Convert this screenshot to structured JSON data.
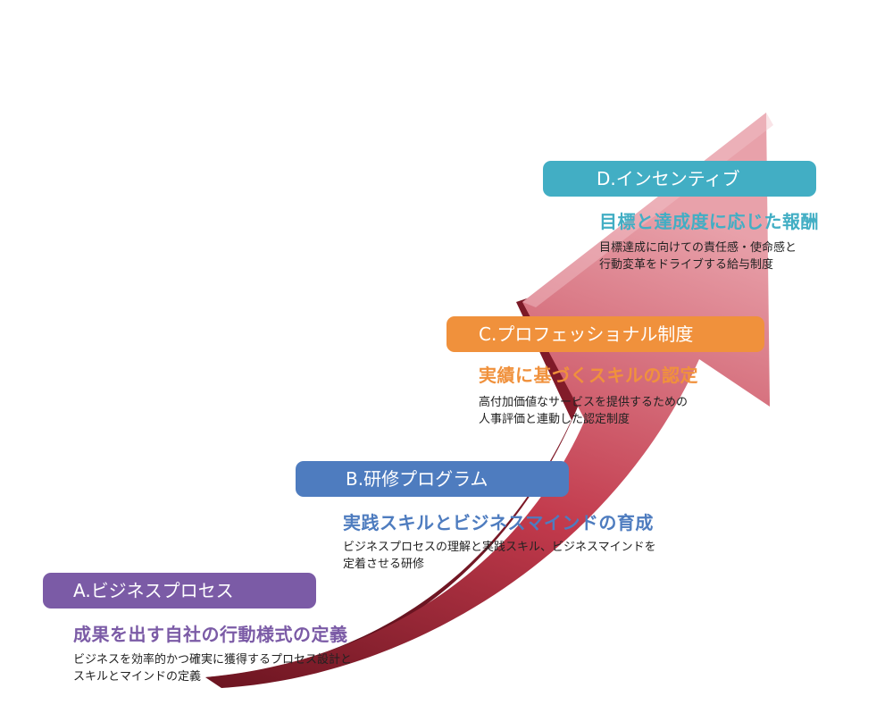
{
  "colors": {
    "arrow_main": "#c23a4c",
    "arrow_dark": "#6b1420",
    "arrow_light": "#e8a1aa",
    "step_a": "#7b5ba6",
    "step_b": "#4e7cbf",
    "step_c": "#f0913c",
    "step_d": "#42aec4"
  },
  "steps": [
    {
      "label": "A.ビジネスプロセス",
      "headline": "成果を出す自社の行動様式の定義",
      "desc_line1": "ビジネスを効率的かつ確実に獲得するプロセス設計と",
      "desc_line2": "スキルとマインドの定義"
    },
    {
      "label": "B.研修プログラム",
      "headline": "実践スキルとビジネスマインドの育成",
      "desc_line1": "ビジネスプロセスの理解と実践スキル、ビジネスマインドを",
      "desc_line2": "定着させる研修"
    },
    {
      "label": "C.プロフェッショナル制度",
      "headline": "実績に基づくスキルの認定",
      "desc_line1": "高付加価値なサービスを提供するための",
      "desc_line2": "人事評価と連動した認定制度"
    },
    {
      "label": "D.インセンティブ",
      "headline": "目標と達成度に応じた報酬",
      "desc_line1": "目標達成に向けての責任感・使命感と",
      "desc_line2": "行動変革をドライブする給与制度"
    }
  ]
}
